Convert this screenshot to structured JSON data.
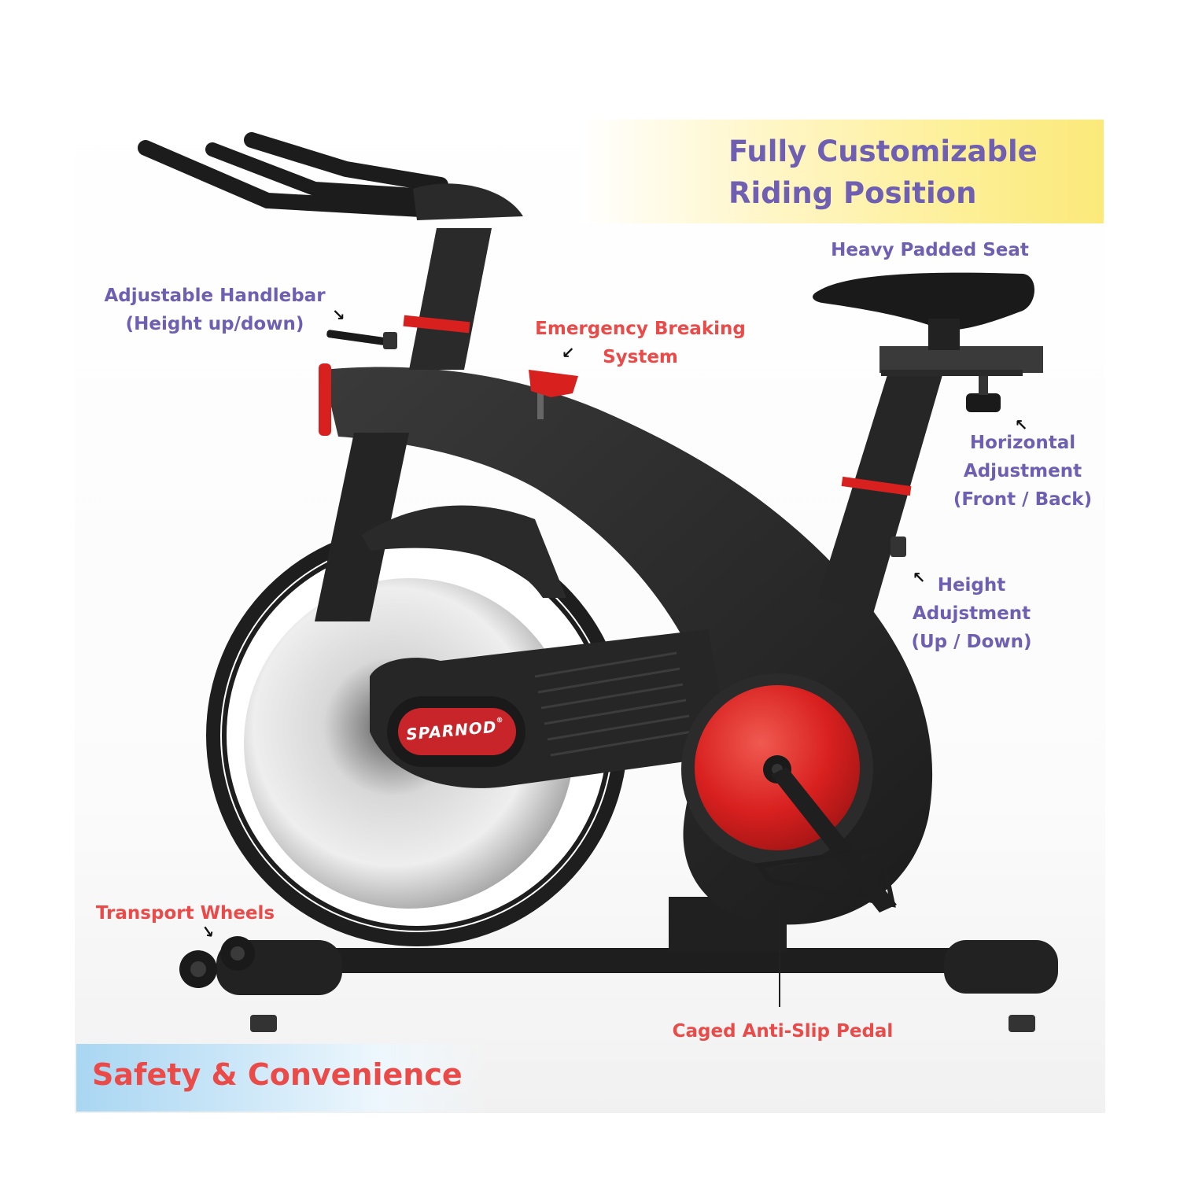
{
  "headline": {
    "top_line1": "Fully Customizable",
    "top_line2": "Riding Position",
    "bottom": "Safety & Convenience"
  },
  "features": {
    "handlebar": {
      "line1": "Adjustable Handlebar",
      "line2": "(Height up/down)"
    },
    "brake": {
      "line1": "Emergency Breaking",
      "line2": "System"
    },
    "seat": {
      "line1": "Heavy Padded Seat"
    },
    "horizontal": {
      "line1": "Horizontal",
      "line2": "Adjustment",
      "line3": "(Front / Back)"
    },
    "height": {
      "line1": "Height",
      "line2": "Adujstment",
      "line3": "(Up / Down)"
    },
    "wheels": {
      "line1": "Transport Wheels"
    },
    "pedal": {
      "line1": "Caged Anti-Slip Pedal"
    }
  },
  "product": {
    "brand": "SPARNOD",
    "brand_mark": "®"
  },
  "icons": {
    "pointer_arrow": "arrow-pointer-icon"
  },
  "colors": {
    "purple_text": "#6e5fb3",
    "red_text": "#ea4a48",
    "frame_black": "#262626",
    "accent_red": "#d8201f",
    "flywheel_silver": "#c9c9c9",
    "banner_yellow": "#fbe97a",
    "banner_blue": "#a9d6f2"
  }
}
